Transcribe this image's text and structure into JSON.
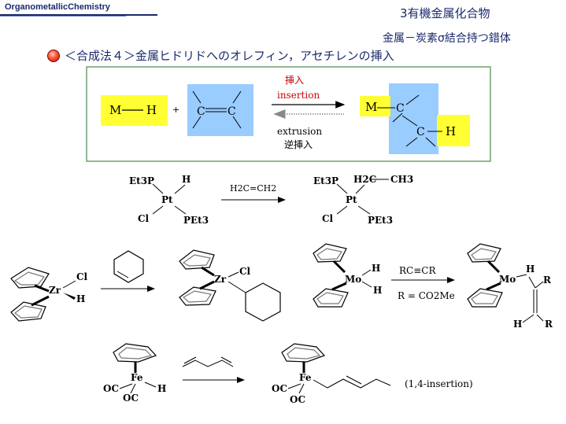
{
  "header": {
    "course": "OrganometallicChemistry",
    "chapter": "3有機金属化合物",
    "subtitle": "金属－炭素σ結合持つ錯体",
    "section": "＜合成法４＞金属ヒドリドへのオレフィン，アセチレンの挿入"
  },
  "scheme": {
    "metal": "M",
    "hydride": "H",
    "plus": "+",
    "carbon": "C",
    "insertion_jp": "挿入",
    "insertion_en": "insertion",
    "extrusion_en": "extrusion",
    "extrusion_jp": "逆挿入"
  },
  "colors": {
    "yellow_box": "#ffff33",
    "blue_box": "#99ccff",
    "frame_green": "#4a8a4a",
    "arrow_red": "#cc0000",
    "title_blue": "#1a2a6c"
  },
  "pt_reaction": {
    "et3p": "Et3P",
    "h": "H",
    "pt": "Pt",
    "cl": "Cl",
    "pet3": "PEt3",
    "reagent": "H2C=CH2",
    "product_ethyl_ch2": "H2C",
    "product_ethyl_ch3": "CH3"
  },
  "zr_reaction": {
    "zr": "Zr",
    "cl": "Cl",
    "h": "H"
  },
  "mo_reaction": {
    "mo": "Mo",
    "h": "H",
    "reagent": "RC≡CR",
    "r_def": "R = CO2Me",
    "r": "R"
  },
  "fe_reaction": {
    "fe": "Fe",
    "oc": "OC",
    "h": "H",
    "note": "(1,4-insertion)"
  }
}
